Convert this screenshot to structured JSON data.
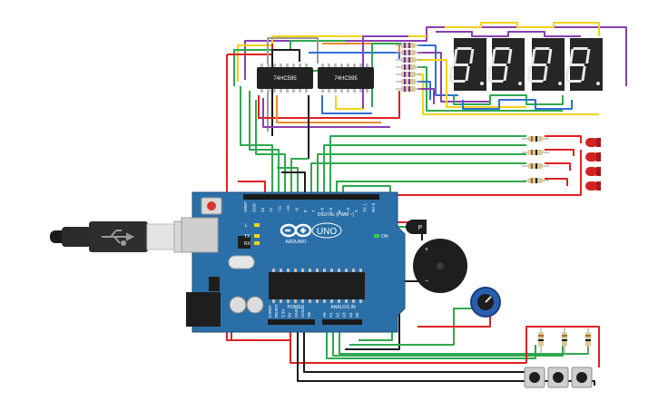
{
  "colors": {
    "board": "#2b6fa8",
    "board_dark": "#1d4f7c",
    "wire_red": "#e02020",
    "wire_black": "#1a1a1a",
    "wire_green": "#2fa84f",
    "wire_yellow": "#f2d21b",
    "wire_purple": "#8a3fb0",
    "wire_blue": "#2f6fd6",
    "wire_gray": "#9a9a9a",
    "wire_orange": "#f08a24",
    "wire_white": "#dcdcdc",
    "segment_display_body": "#262626",
    "segment_on": "#e8e8e8",
    "led_red": "#d42222",
    "ic_body": "#222222",
    "pot_knob": "#2a5fb0"
  },
  "board": {
    "logo_text": "UNO",
    "brand_text": "ARDUINO",
    "digital_label": "DIGITAL (PWM ~)",
    "power_label": "POWER",
    "analog_label": "ANALOG IN",
    "led_labels": {
      "l": "L",
      "tx": "TX",
      "rx": "RX",
      "on": "ON"
    },
    "digital_pins": [
      "AREF",
      "GND",
      "13",
      "12",
      "~11",
      "~10",
      "~9",
      "8",
      "7",
      "~6",
      "~5",
      "4",
      "~3",
      "2",
      "TX 1",
      "RX 0"
    ],
    "power_pins": [
      "IOREF",
      "RESET",
      "3.3V",
      "5V",
      "GND",
      "GND",
      "Vin"
    ],
    "analog_pins": [
      "A0",
      "A1",
      "A2",
      "A3",
      "A4",
      "A5"
    ]
  },
  "components": {
    "shift_register_1": {
      "label": "74HC595"
    },
    "shift_register_2": {
      "label": "74HC595"
    },
    "buzzer": {
      "plus": "+",
      "minus": "−"
    },
    "transistor": {
      "label": "P"
    }
  }
}
